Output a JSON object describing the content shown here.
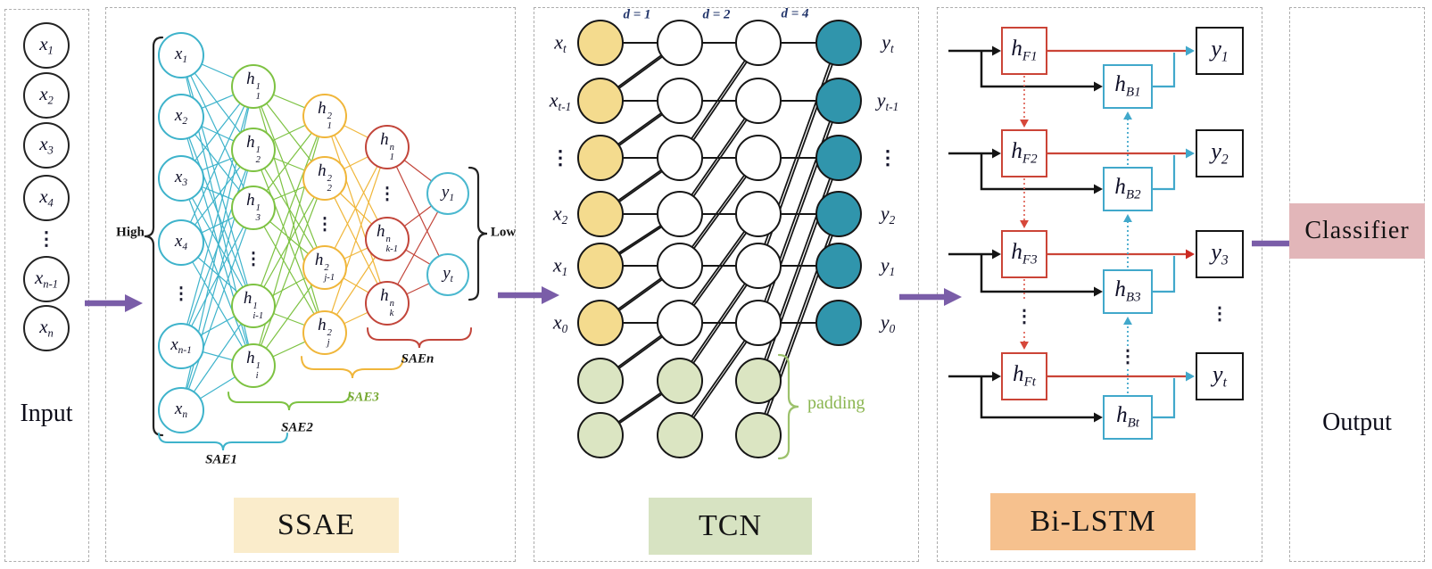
{
  "panels": {
    "input": {
      "title": "Input",
      "nodes": [
        {
          "b": "x",
          "sub": "1"
        },
        {
          "b": "x",
          "sub": "2"
        },
        {
          "b": "x",
          "sub": "3"
        },
        {
          "b": "x",
          "sub": "4"
        },
        {
          "dots": true
        },
        {
          "b": "x",
          "sub": "n-1"
        },
        {
          "b": "x",
          "sub": "n"
        }
      ]
    },
    "ssae": {
      "title": "SSAE",
      "high_label": "High",
      "low_label": "Low",
      "sae_labels": [
        "SAE1",
        "SAE2",
        "SAE3",
        "SAEn"
      ],
      "layers": {
        "x": [
          {
            "b": "x",
            "sub": "1"
          },
          {
            "b": "x",
            "sub": "2"
          },
          {
            "b": "x",
            "sub": "3"
          },
          {
            "b": "x",
            "sub": "4"
          },
          {
            "dots": true
          },
          {
            "b": "x",
            "sub": "n-1"
          },
          {
            "b": "x",
            "sub": "n"
          }
        ],
        "h1": [
          {
            "b": "h",
            "sup": "1",
            "sub": "1"
          },
          {
            "b": "h",
            "sup": "1",
            "sub": "2"
          },
          {
            "b": "h",
            "sup": "1",
            "sub": "3"
          },
          {
            "dots": true
          },
          {
            "b": "h",
            "sup": "1",
            "sub": "i-1"
          },
          {
            "b": "h",
            "sup": "1",
            "sub": "i"
          }
        ],
        "h2": [
          {
            "b": "h",
            "sup": "2",
            "sub": "1"
          },
          {
            "b": "h",
            "sup": "2",
            "sub": "2"
          },
          {
            "dots": true
          },
          {
            "b": "h",
            "sup": "2",
            "sub": "j-1"
          },
          {
            "b": "h",
            "sup": "2",
            "sub": "j"
          }
        ],
        "hn": [
          {
            "b": "h",
            "sup": "n",
            "sub": "1"
          },
          {
            "dots": true
          },
          {
            "b": "h",
            "sup": "n",
            "sub": "k-1"
          },
          {
            "b": "h",
            "sup": "n",
            "sub": "k"
          }
        ],
        "y": [
          {
            "b": "y",
            "sub": "1"
          },
          {
            "b": "y",
            "sub": "t"
          }
        ]
      }
    },
    "tcn": {
      "title": "TCN",
      "dilation_labels": [
        "d = 1",
        "d = 2",
        "d = 4"
      ],
      "padding_label": "padding",
      "input_labels": [
        {
          "b": "x",
          "sub": "t"
        },
        {
          "b": "x",
          "sub": "t-1"
        },
        {
          "dots": true
        },
        {
          "b": "x",
          "sub": "2"
        },
        {
          "b": "x",
          "sub": "1"
        },
        {
          "b": "x",
          "sub": "0"
        }
      ],
      "output_labels": [
        {
          "b": "y",
          "sub": "t"
        },
        {
          "b": "y",
          "sub": "t-1"
        },
        {
          "dots": true
        },
        {
          "b": "y",
          "sub": "2"
        },
        {
          "b": "y",
          "sub": "1"
        },
        {
          "b": "y",
          "sub": "0"
        }
      ]
    },
    "bilstm": {
      "title": "Bi-LSTM",
      "rows": [
        {
          "forward": {
            "b": "h",
            "sub": "F1"
          },
          "backward": {
            "b": "h",
            "sub": "B1"
          },
          "output": {
            "b": "y",
            "sub": "1"
          }
        },
        {
          "forward": {
            "b": "h",
            "sub": "F2"
          },
          "backward": {
            "b": "h",
            "sub": "B2"
          },
          "output": {
            "b": "y",
            "sub": "2"
          }
        },
        {
          "forward": {
            "b": "h",
            "sub": "F3"
          },
          "backward": {
            "b": "h",
            "sub": "B3"
          },
          "output": {
            "b": "y",
            "sub": "3"
          }
        },
        {
          "forward": {
            "b": "h",
            "sub": "Ft"
          },
          "backward": {
            "b": "h",
            "sub": "Bt"
          },
          "output": {
            "b": "y",
            "sub": "t"
          }
        }
      ]
    },
    "output": {
      "title": "Output",
      "classifier_label": "Classifier"
    }
  },
  "colors": {
    "arrow": "#7a5da8",
    "ssae_x": "#3eb3cb",
    "ssae_h1": "#7dc242",
    "ssae_h2": "#f0b63a",
    "ssae_hn": "#c2453a",
    "ssae_y": "#4ab8cf",
    "tcn_input_fill": "#f4db8e",
    "tcn_output_fill": "#3095ac",
    "tcn_padding_fill": "#dbe5c2",
    "tcn_stroke": "#161616",
    "bilstm_forward": "#cb4437",
    "bilstm_backward": "#41a8cb",
    "ssae_title_bg": "#faeccb",
    "tcn_title_bg": "#d7e3c2",
    "bilstm_title_bg": "#f6c18e",
    "classifier_bg": "#e2b6b9",
    "padding_text": "#8ab54f",
    "sae3_text": "#76a832"
  }
}
